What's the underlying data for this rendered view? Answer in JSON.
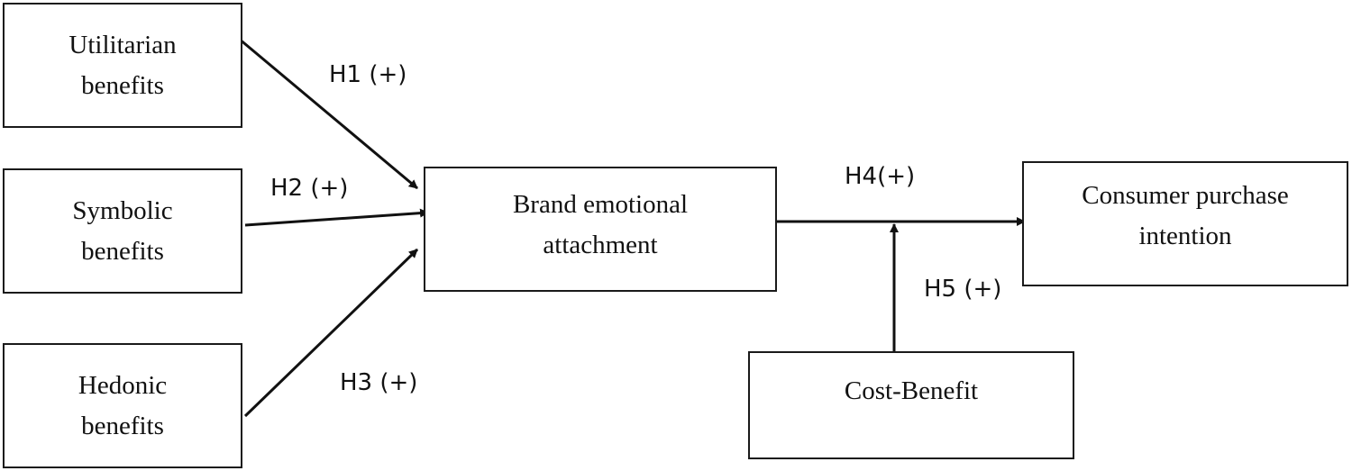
{
  "boxes": {
    "utilitarian": {
      "line1": "Utilitarian",
      "line2": "benefits"
    },
    "symbolic": {
      "line1": "Symbolic",
      "line2": "benefits"
    },
    "hedonic": {
      "line1": "Hedonic",
      "line2": "benefits"
    },
    "brand": {
      "line1": "Brand emotional",
      "line2": "attachment"
    },
    "consumer": {
      "line1": "Consumer purchase",
      "line2": "intention"
    },
    "cost": {
      "line1": "Cost-Benefit"
    }
  },
  "hypotheses": {
    "h1": "H1 (+)",
    "h2": "H2 (+)",
    "h3": "H3 (+)",
    "h4": "H4(+)",
    "h5": "H5 (+)"
  }
}
